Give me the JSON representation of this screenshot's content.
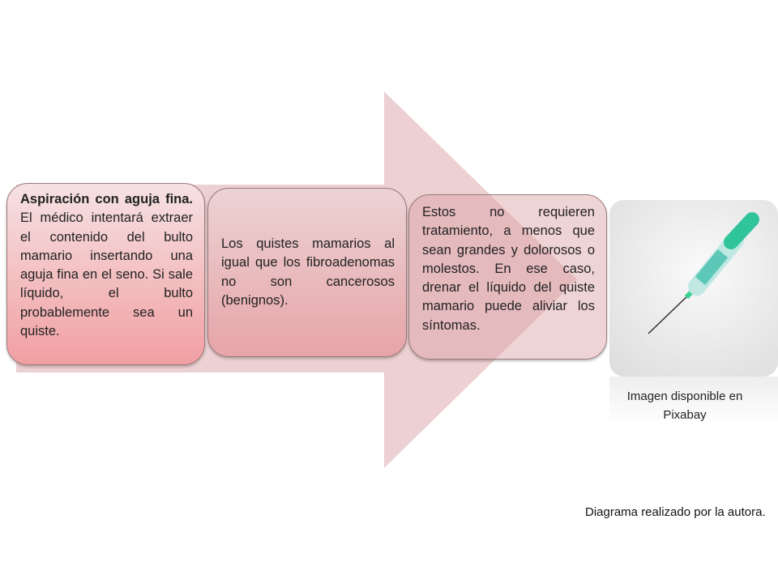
{
  "steps": [
    {
      "bold": "Aspiración con aguja fina.",
      "text": " El médico intentará extraer el contenido del bulto mamario insertando una aguja fina en el seno. Si sale líquido, el bulto probablemente sea un quiste."
    },
    {
      "text": "Los quistes mamarios al igual que los fibroadenomas no son cancerosos (benignos)."
    },
    {
      "text": "Estos no requieren tratamiento, a menos que sean grandes y dolorosos o molestos. En ese caso, drenar el líquido del quiste mamario puede aliviar los síntomas."
    }
  ],
  "image_caption": "Imagen disponible en Pixabay",
  "credit": "Diagrama realizado por la autora.",
  "colors": {
    "arrow": "#e8c3c5",
    "box1": "#f19fa2",
    "syringe": "#2fc49a"
  }
}
